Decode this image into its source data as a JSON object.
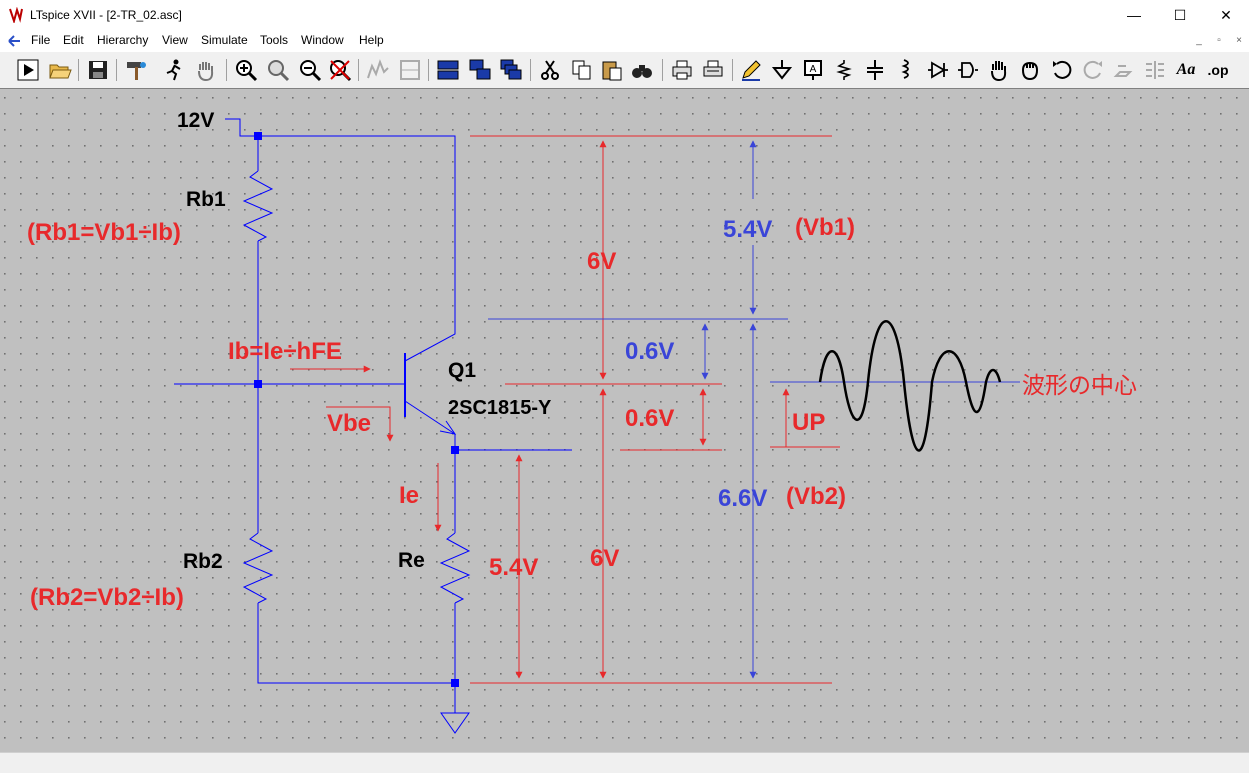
{
  "window": {
    "title": "LTspice XVII - [2-TR_02.asc]",
    "minimize": "—",
    "maximize": "☐",
    "close": "✕"
  },
  "menu": [
    "File",
    "Edit",
    "Hierarchy",
    "View",
    "Simulate",
    "Tools",
    "Window",
    "Help"
  ],
  "mdi_controls": [
    "_",
    "▫",
    "×"
  ],
  "toolbar": {
    "icons": [
      "run-icon",
      "open-icon",
      "save-icon",
      "hammer-icon",
      "runner-icon",
      "hand-icon",
      "zoom-in-icon",
      "zoom-fit-icon",
      "zoom-out-icon",
      "zoom-cancel-icon",
      "tile-horizontal-icon",
      "tile-vertical-icon",
      "cascade-icon",
      "tile-windows-icon",
      "cascade-windows-icon",
      "cut-icon",
      "copy-icon",
      "paste-icon",
      "find-icon",
      "print-icon",
      "print-setup-icon",
      "pencil-icon",
      "ground-icon",
      "label-icon",
      "resistor-icon",
      "capacitor-icon",
      "inductor-icon",
      "diode-icon",
      "component-icon",
      "move-icon",
      "drag-icon",
      "undo-icon",
      "redo-icon",
      "rotate-icon",
      "mirror-icon",
      "text-icon",
      "spice-directive-icon"
    ],
    "text_label": "Aa",
    "op_label": ".op"
  },
  "colors": {
    "wire": "#0000ff",
    "annot_red": "#e8292b",
    "annot_blue": "#3a45d8",
    "node": "#0000ff",
    "canvas": "#c0c0c0",
    "dot": "#7a7a7a"
  },
  "schematic": {
    "supply_label": "12V",
    "rb1_name": "Rb1",
    "rb1_formula": "(Rb1=Vb1÷Ib)",
    "rb2_name": "Rb2",
    "rb2_formula": "(Rb2=Vb2÷Ib)",
    "re_name": "Re",
    "q1_name": "Q1",
    "q1_model": "2SC1815-Y",
    "ib_formula": "Ib=Ie÷hFE",
    "vbe_label": "Vbe",
    "ie_label": "Ie",
    "v_6v_top": "6V",
    "v_54_vb1": "5.4V",
    "vb1_label": "(Vb1)",
    "v_06_top": "0.6V",
    "v_06_bottom": "0.6V",
    "v_54_re": "5.4V",
    "v_6v_bottom": "6V",
    "v_66_vb2": "6.6V",
    "vb2_label": "(Vb2)",
    "up_label": "UP",
    "wave_center": "波形の中心"
  }
}
